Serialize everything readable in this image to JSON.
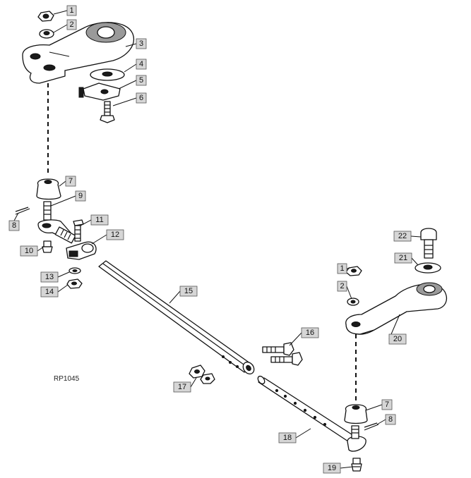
{
  "figure": {
    "reference": "RP1045",
    "callouts": [
      {
        "id": "c1a",
        "label": "1"
      },
      {
        "id": "c2a",
        "label": "2"
      },
      {
        "id": "c3",
        "label": "3"
      },
      {
        "id": "c4",
        "label": "4"
      },
      {
        "id": "c5",
        "label": "5"
      },
      {
        "id": "c6",
        "label": "6"
      },
      {
        "id": "c7a",
        "label": "7"
      },
      {
        "id": "c8a",
        "label": "8"
      },
      {
        "id": "c9",
        "label": "9"
      },
      {
        "id": "c10",
        "label": "10"
      },
      {
        "id": "c11",
        "label": "11"
      },
      {
        "id": "c12",
        "label": "12"
      },
      {
        "id": "c13",
        "label": "13"
      },
      {
        "id": "c14",
        "label": "14"
      },
      {
        "id": "c15",
        "label": "15"
      },
      {
        "id": "c16",
        "label": "16"
      },
      {
        "id": "c17",
        "label": "17"
      },
      {
        "id": "c18",
        "label": "18"
      },
      {
        "id": "c19",
        "label": "19"
      },
      {
        "id": "c20",
        "label": "20"
      },
      {
        "id": "c21",
        "label": "21"
      },
      {
        "id": "c22",
        "label": "22"
      },
      {
        "id": "c1b",
        "label": "1"
      },
      {
        "id": "c2b",
        "label": "2"
      },
      {
        "id": "c7b",
        "label": "7"
      },
      {
        "id": "c8b",
        "label": "8"
      }
    ]
  }
}
